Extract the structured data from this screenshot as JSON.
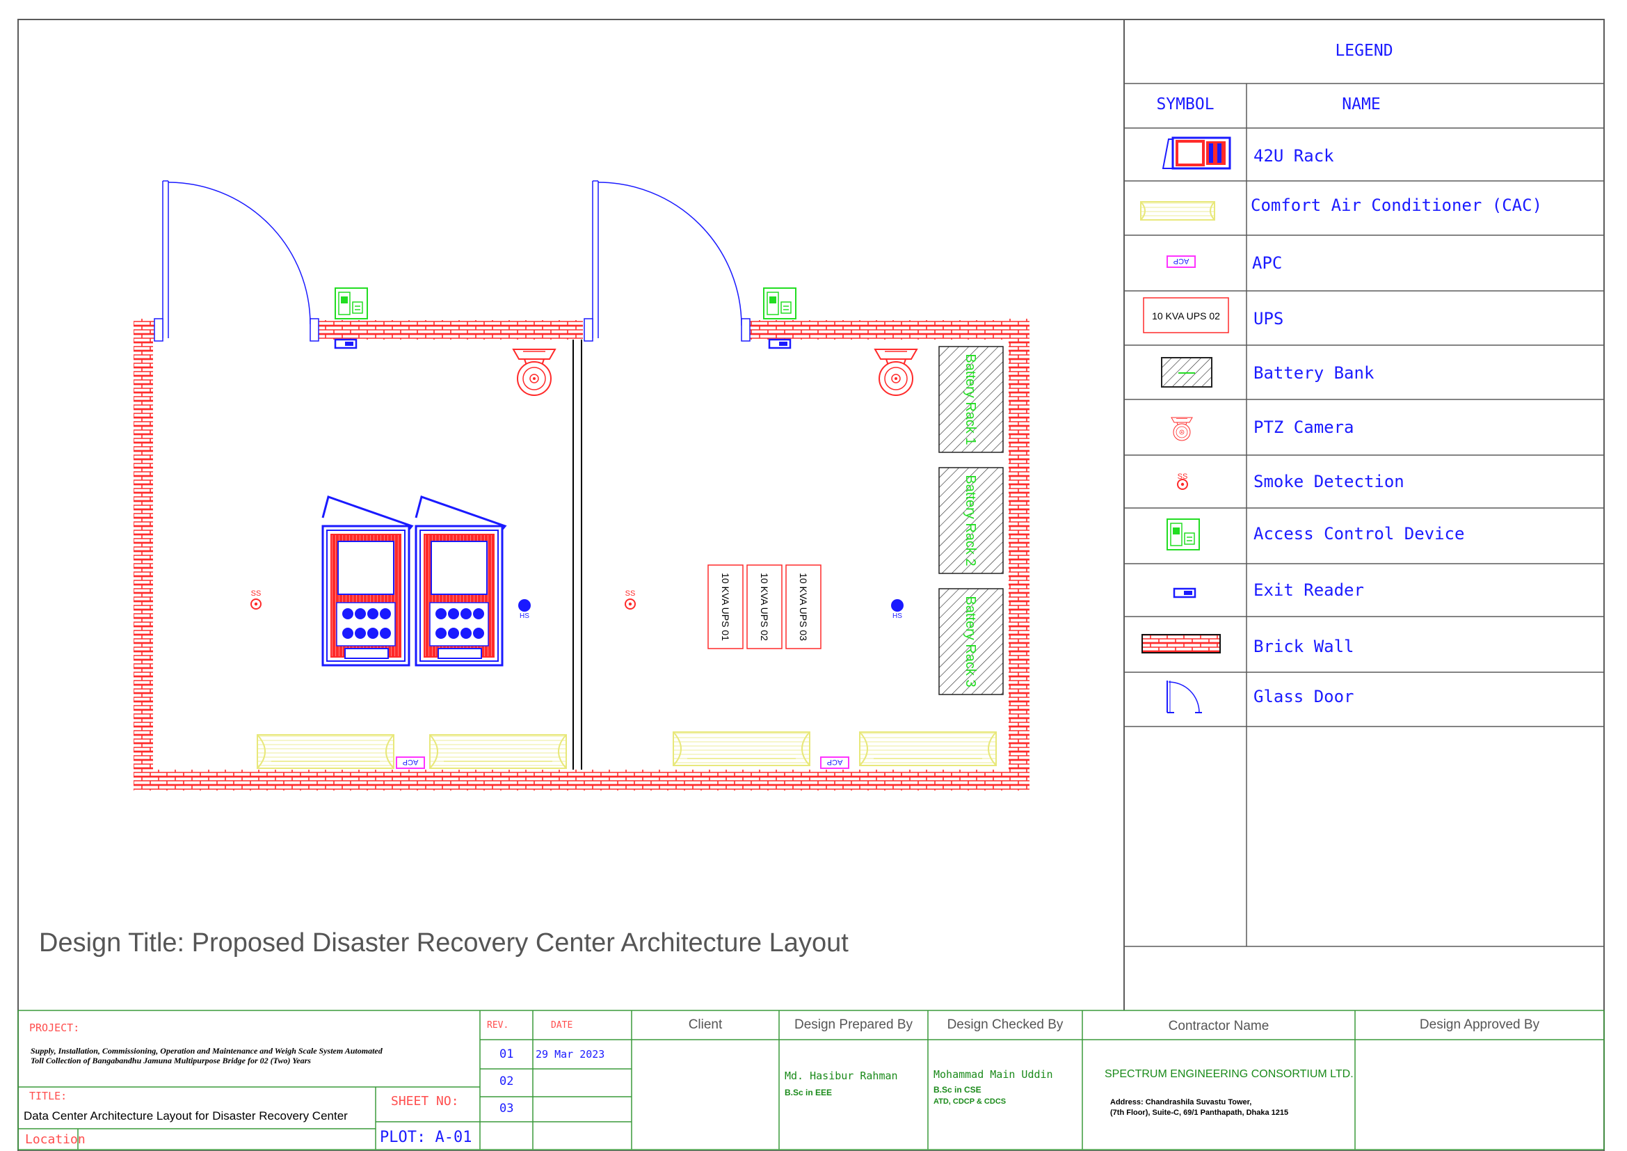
{
  "legend": {
    "title": "LEGEND",
    "col_symbol": "SYMBOL",
    "col_name": "NAME",
    "items": [
      {
        "icon": "rack-42u-icon",
        "name": "42U  Rack"
      },
      {
        "icon": "air-conditioner-icon",
        "name": "Comfort  Air  Conditioner  (CAC)"
      },
      {
        "icon": "apc-icon",
        "name": "APC",
        "symbol_label": "ACP"
      },
      {
        "icon": "ups-icon",
        "name": "UPS",
        "symbol_label": "10 KVA UPS 02"
      },
      {
        "icon": "battery-bank-icon",
        "name": "Battery  Bank"
      },
      {
        "icon": "ptz-camera-icon",
        "name": "PTZ  Camera"
      },
      {
        "icon": "smoke-detector-icon",
        "name": "Smoke  Detection",
        "symbol_label": "SS"
      },
      {
        "icon": "access-control-icon",
        "name": "Access  Control  Device"
      },
      {
        "icon": "exit-reader-icon",
        "name": "Exit  Reader"
      },
      {
        "icon": "brick-wall-icon",
        "name": "Brick  Wall"
      },
      {
        "icon": "glass-door-icon",
        "name": "Glass  Door"
      }
    ]
  },
  "floorplan": {
    "ups_units": [
      "10 KVA UPS 01",
      "10 KVA UPS 02",
      "10 KVA UPS 03"
    ],
    "battery_racks": [
      "Battery Rack 1",
      "Battery Rack 2",
      "Battery Rack 3"
    ],
    "smoke_label": "SS",
    "heat_label": "HS",
    "apc_label": "ACP"
  },
  "design_title": "Design Title: Proposed Disaster Recovery Center Architecture Layout",
  "title_block": {
    "project_label": "PROJECT:",
    "project_text_1": "Supply, Installation, Commissioning, Operation and Maintenance and Weigh Scale System Automated",
    "project_text_2": "Toll Collection of Bangabandhu Jamuna Multipurpose Bridge for 02 (Two) Years",
    "title_label": "TITLE:",
    "title_text": "Data Center Architecture Layout for Disaster Recovery Center",
    "location_label": "Location",
    "sheet_no_label": "SHEET  NO:",
    "plot_label": "PLOT:  A-01",
    "rev_label": "REV.",
    "date_label": "DATE",
    "revisions": [
      {
        "rev": "01",
        "date": "29  Mar  2023"
      },
      {
        "rev": "02",
        "date": ""
      },
      {
        "rev": "03",
        "date": ""
      }
    ],
    "client_label": "Client",
    "prepared_label": "Design Prepared By",
    "prepared_name": "Md.  Hasibur  Rahman",
    "prepared_degree": "B.Sc  in  EEE",
    "checked_label": "Design Checked By",
    "checked_name": "Mohammad  Main  Uddin",
    "checked_degree": "B.Sc  in  CSE",
    "checked_certs": "ATD,  CDCP  &  CDCS",
    "contractor_label": "Contractor Name",
    "contractor_name": "SPECTRUM  ENGINEERING  CONSORTIUM  LTD.",
    "contractor_address_1": "Address: Chandrashila Suvastu Tower,",
    "contractor_address_2": "(7th Floor), Suite-C, 69/1 Panthapath, Dhaka 1215",
    "approved_label": "Design Approved By"
  },
  "colors": {
    "frame": "#5a5a5a",
    "title_block_line": "#3a9a3a",
    "blue": "#1a1aff",
    "red": "#ff2a2a",
    "green": "#22dd22",
    "yellow": "#e8e87a",
    "magenta": "#ff33ff"
  }
}
